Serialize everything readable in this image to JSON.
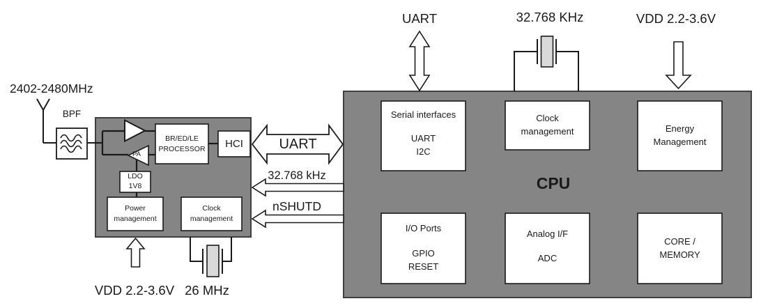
{
  "left_section": {
    "antenna_freq_label": "2402-2480MHz",
    "bpf_label": "BPF"
  },
  "bt_module": {
    "processor_label": "BR/ED/LE\nPROCESSOR",
    "hci_label": "HCI",
    "pa_label": "PA",
    "ldo_label": "LDO\n1V8",
    "power_mgmt_label": "Power\nmanagement",
    "clock_mgmt_label": "Clock\nmanagement",
    "vdd_label": "VDD 2.2-3.6V",
    "crystal_label": "26 MHz"
  },
  "interconnect": {
    "uart_label": "UART",
    "clock_signal_label": "32.768 kHz",
    "shutdown_label": "nSHUTD"
  },
  "cpu": {
    "title": "CPU",
    "uart_label": "UART",
    "crystal_label": "32.768 KHz",
    "vdd_label": "VDD 2.2-3.6V",
    "boxes": {
      "serial": {
        "title": "Serial interfaces",
        "sub": "UART\nI2C"
      },
      "clock": {
        "title": "Clock\nmanagement"
      },
      "energy": {
        "title": "Energy\nManagement"
      },
      "io": {
        "title": "I/O Ports",
        "sub": "GPIO\nRESET"
      },
      "analog": {
        "title": "Analog I/F",
        "sub": "ADC"
      },
      "core": {
        "title": "CORE /\nMEMORY"
      }
    }
  },
  "icons": {
    "antenna": "antenna-icon",
    "bpf_waves": "bandpass-filter-waves-icon",
    "amplifier": "amplifier-triangle-icon",
    "pa_amplifier": "pa-amplifier-triangle-icon",
    "crystal_26mhz": "crystal-oscillator-icon",
    "crystal_32khz": "crystal-oscillator-icon",
    "uart_double_arrow": "double-headed-arrow-icon",
    "left_arrow": "left-arrow-icon",
    "down_arrow": "down-arrow-icon",
    "up_arrow": "up-arrow-icon"
  },
  "colors": {
    "block_gray": "#858585",
    "block_border": "#3f3f3f",
    "crystal_fill": "#d9d9d9",
    "line": "#1a1a1a",
    "box_fill": "#ffffff"
  }
}
